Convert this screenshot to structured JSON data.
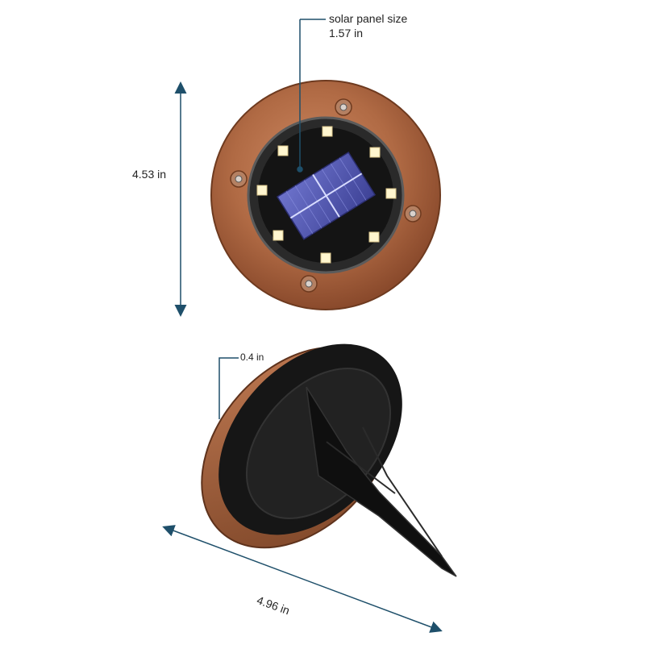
{
  "dimensions": {
    "panel_label": "solar panel size",
    "panel_value": "1.57 in",
    "height": "4.53 in",
    "thickness": "0.4 in",
    "diameter": "4.96 in"
  },
  "product": {
    "led_count": 8,
    "colors": {
      "copper": "#b5714a",
      "copper_dark": "#7a4326",
      "solar_blue": "#5a5fb8",
      "annotation": "#1e4f6a",
      "body": "#1a1a1a",
      "led": "#fff6cf"
    }
  }
}
